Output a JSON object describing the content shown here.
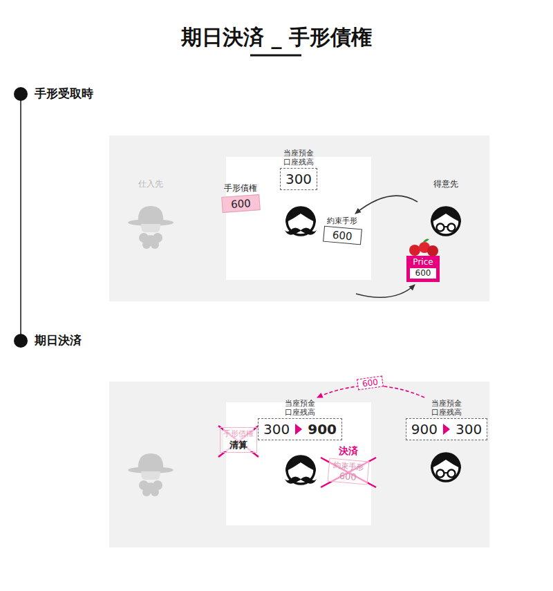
{
  "diagram": {
    "title": "期日決済 _ 手形債権",
    "nodes": [
      {
        "text": [
          "仕入先"
        ]
      },
      {
        "text": [
          "当座預金 口座残高",
          "300"
        ]
      },
      {
        "text": [
          "手形債権",
          "600"
        ]
      },
      {
        "text": [
          "約束手形",
          "600"
        ]
      },
      {
        "text": [
          "得意先"
        ]
      },
      {
        "text": [
          "Price",
          "600"
        ]
      },
      {
        "text": [
          "手形債権",
          "清算"
        ]
      },
      {
        "text": [
          "当座預金 口座残高",
          "300",
          "900"
        ]
      },
      {
        "text": [
          "決済",
          "約束手形",
          "600"
        ]
      },
      {
        "text": [
          "当座預金 口座残高",
          "900",
          "300"
        ]
      }
    ],
    "edges": [
      {
        "from": 4,
        "to": 3,
        "arrow": "to"
      },
      {
        "from": 9,
        "to": 7,
        "label": "600",
        "arrow": "to"
      }
    ],
    "labels": [
      "手形受取時",
      "期日決済"
    ]
  }
}
